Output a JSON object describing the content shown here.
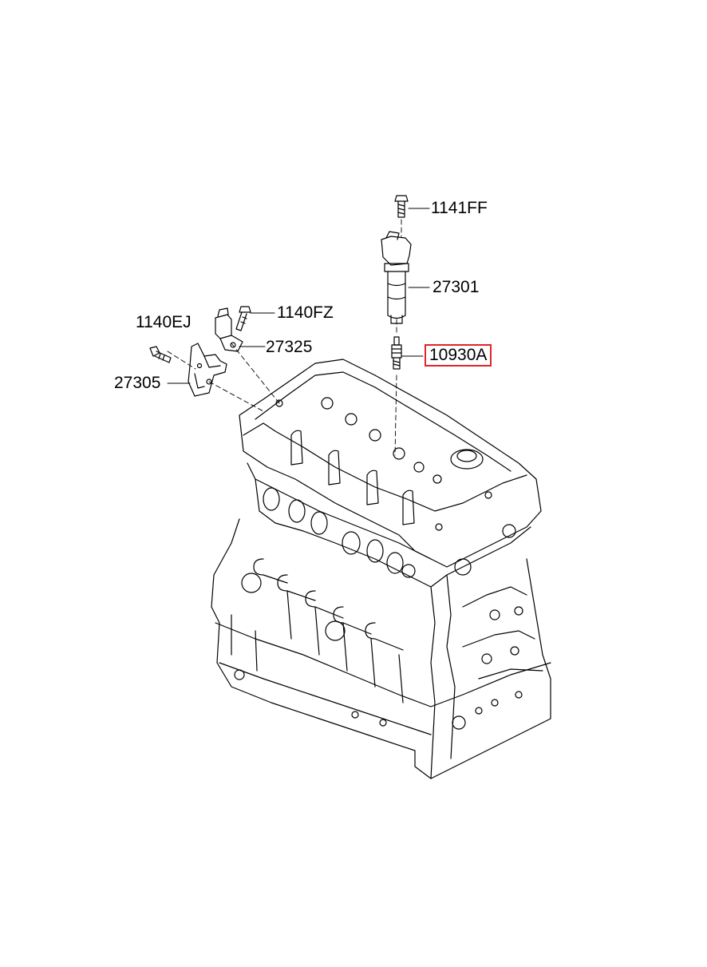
{
  "parts": [
    {
      "id": "p-1141ff",
      "number": "1141FF"
    },
    {
      "id": "p-27301",
      "number": "27301"
    },
    {
      "id": "p-1140fz",
      "number": "1140FZ"
    },
    {
      "id": "p-1140ej",
      "number": "1140EJ"
    },
    {
      "id": "p-27325",
      "number": "27325"
    },
    {
      "id": "p-10930a",
      "number": "10930A",
      "highlighted": true
    },
    {
      "id": "p-27305",
      "number": "27305"
    }
  ],
  "colors": {
    "line": "#000000",
    "highlight": "#e0242b",
    "background": "#ffffff"
  }
}
